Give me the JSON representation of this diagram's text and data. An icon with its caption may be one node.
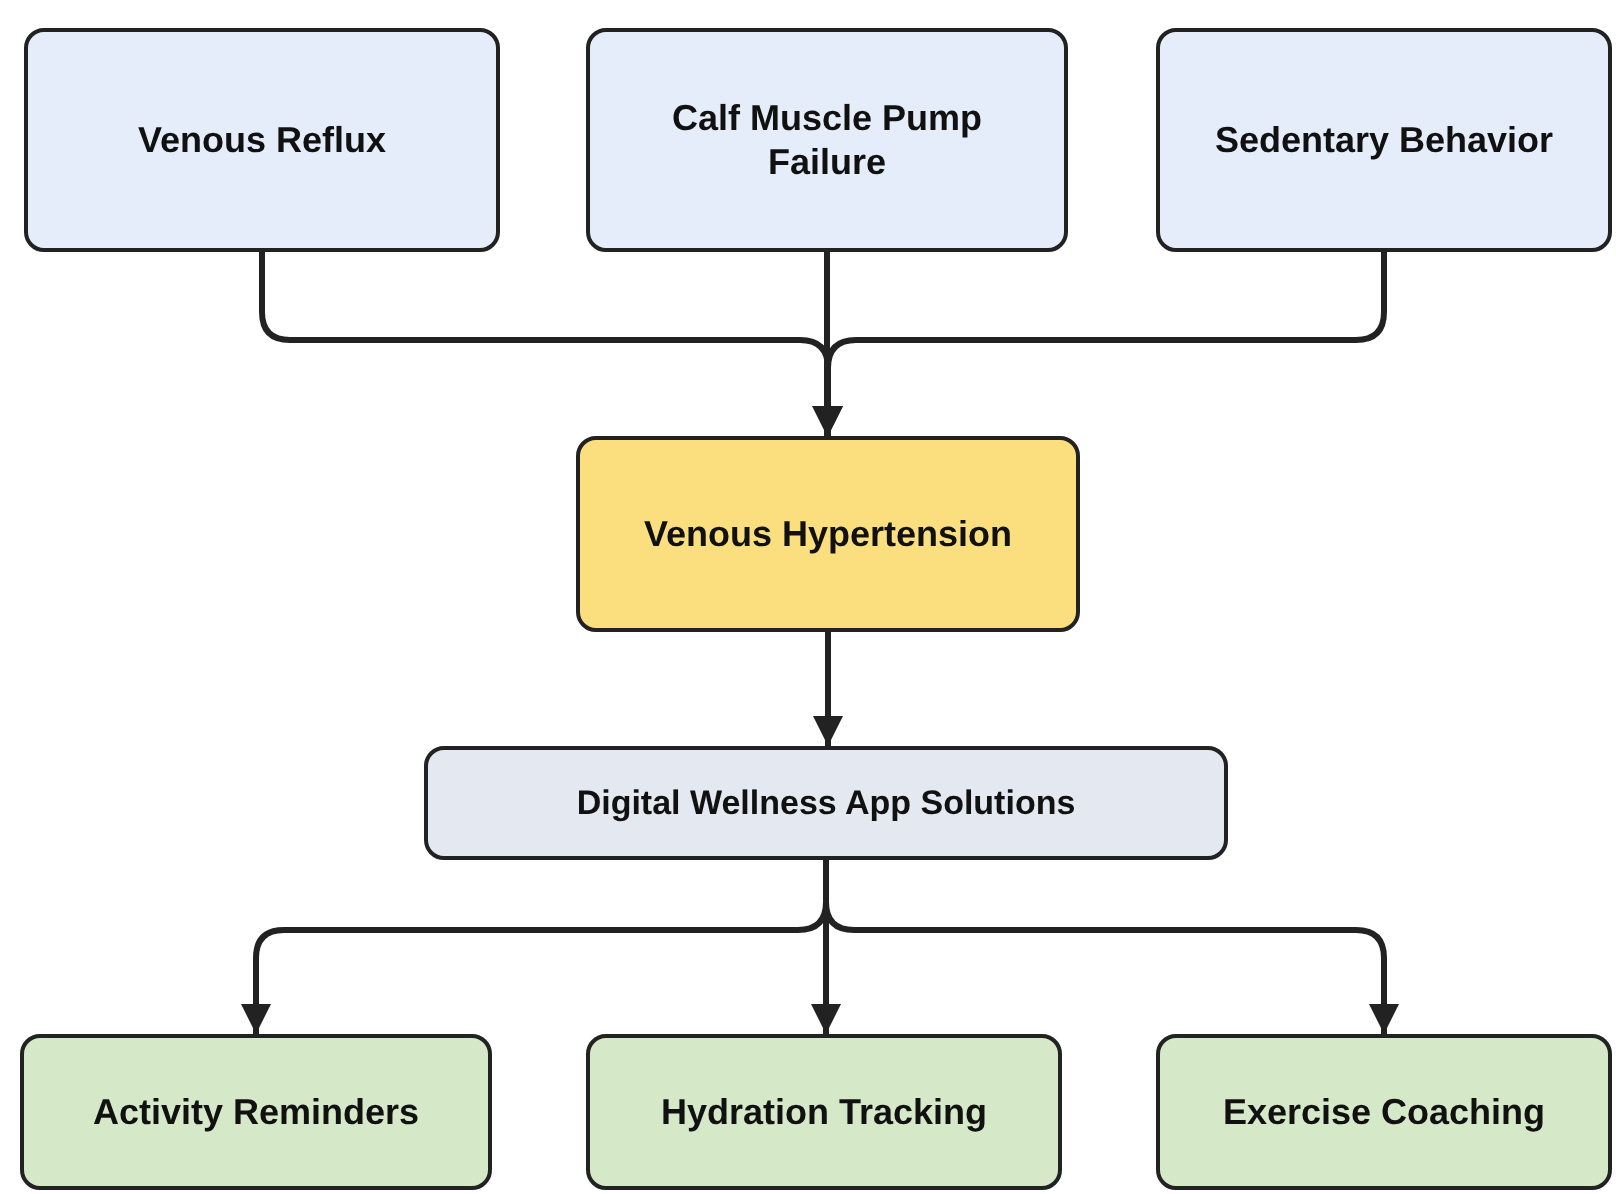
{
  "diagram": {
    "nodes": [
      {
        "text": [
          "Venous Reflux"
        ]
      },
      {
        "text": [
          "Calf Muscle Pump Failure"
        ]
      },
      {
        "text": [
          "Sedentary Behavior"
        ]
      },
      {
        "text": [
          "Venous Hypertension"
        ]
      },
      {
        "text": [
          "Digital Wellness App Solutions"
        ]
      },
      {
        "text": [
          "Activity Reminders"
        ]
      },
      {
        "text": [
          "Hydration Tracking"
        ]
      },
      {
        "text": [
          "Exercise Coaching"
        ]
      }
    ],
    "edges": [
      {
        "from": 0,
        "to": 3,
        "arrow": "to"
      },
      {
        "from": 1,
        "to": 3,
        "arrow": "to"
      },
      {
        "from": 2,
        "to": 3,
        "arrow": "to"
      },
      {
        "from": 3,
        "to": 4,
        "arrow": "to"
      },
      {
        "from": 4,
        "to": 5,
        "arrow": "to"
      },
      {
        "from": 4,
        "to": 6,
        "arrow": "to"
      },
      {
        "from": 4,
        "to": 7,
        "arrow": "to"
      }
    ]
  }
}
